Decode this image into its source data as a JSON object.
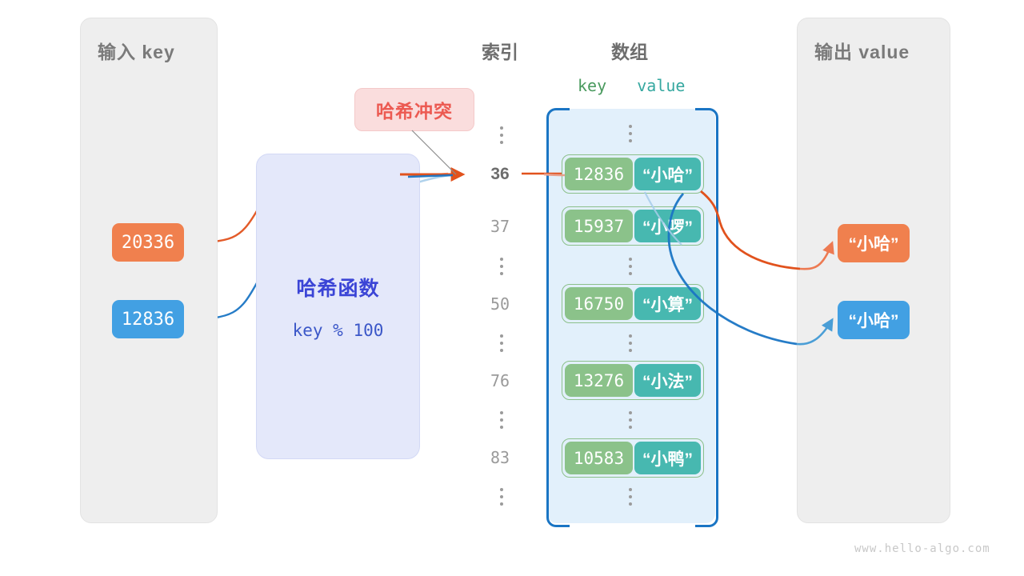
{
  "watermark": "www.hello-algo.com",
  "input_panel": {
    "title": "输入 key"
  },
  "output_panel": {
    "title": "输出 value"
  },
  "headers": {
    "index": "索引",
    "array": "数组",
    "key": "key",
    "value": "value"
  },
  "hash_function": {
    "title": "哈希函数",
    "expression": "key % 100"
  },
  "collision_callout": {
    "label": "哈希冲突"
  },
  "inputs": [
    {
      "key": "20336",
      "color": "#f0804e"
    },
    {
      "key": "12836",
      "color": "#42a0e3"
    }
  ],
  "outputs": [
    {
      "value": "“小哈”",
      "color": "#f0804e"
    },
    {
      "value": "“小哈”",
      "color": "#42a0e3"
    }
  ],
  "array_rows": [
    {
      "type": "dots"
    },
    {
      "type": "entry",
      "index": "36",
      "key": "12836",
      "value": "“小哈”",
      "highlight": true
    },
    {
      "type": "entry",
      "index": "37",
      "key": "15937",
      "value": "“小啰”",
      "highlight": false
    },
    {
      "type": "dots"
    },
    {
      "type": "entry",
      "index": "50",
      "key": "16750",
      "value": "“小算”",
      "highlight": false
    },
    {
      "type": "dots"
    },
    {
      "type": "entry",
      "index": "76",
      "key": "13276",
      "value": "“小法”",
      "highlight": false
    },
    {
      "type": "dots"
    },
    {
      "type": "entry",
      "index": "83",
      "key": "10583",
      "value": "“小鸭”",
      "highlight": false
    },
    {
      "type": "dots"
    }
  ],
  "colors": {
    "orange": "#e1521d",
    "blue": "#1a75c4",
    "key_green": "#8bc28a",
    "value_teal": "#47b8b0",
    "array_bg": "#e2f0fb",
    "panel_bg": "#eeeeee",
    "hash_bg": "#e4e8fa",
    "callout_bg": "#fadddd",
    "callout_text": "#ec5a52"
  }
}
